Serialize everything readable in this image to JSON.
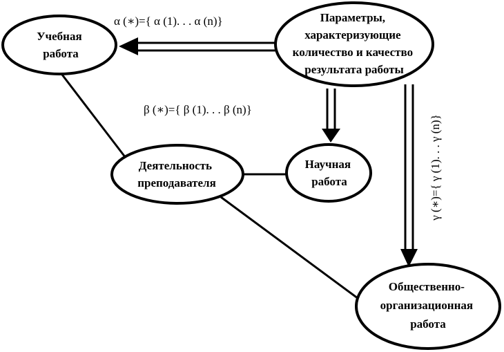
{
  "nodes": {
    "params": [
      "Параметры,",
      "характеризующие",
      "количество и качество",
      "результата работы"
    ],
    "teaching": [
      "Учебная",
      "работа"
    ],
    "teacher": [
      "Деятельность",
      "преподавателя"
    ],
    "science": [
      "Научная",
      "работа"
    ],
    "social": [
      "Общественно-",
      "организационная",
      "работа"
    ]
  },
  "formulas": {
    "alpha": "α (∗)={ α (1). . . α (n)}",
    "beta": "β (∗)={ β (1). . . β (n)}",
    "gamma": "γ (∗)={ γ (1). . . γ (n)}"
  }
}
